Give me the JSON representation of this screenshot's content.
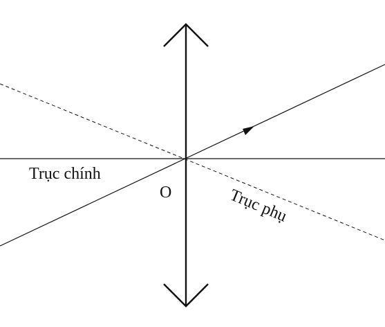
{
  "diagram": {
    "labels": {
      "principal_axis": "Trục chính",
      "optical_center": "O",
      "secondary_axis": "Trục phụ"
    },
    "colors": {
      "ink": "#111111",
      "background": "#ffffff"
    },
    "elements": {
      "lens": "converging-lens-double-arrow",
      "ray": "light-ray-through-center",
      "ray_direction": "up-right"
    }
  }
}
